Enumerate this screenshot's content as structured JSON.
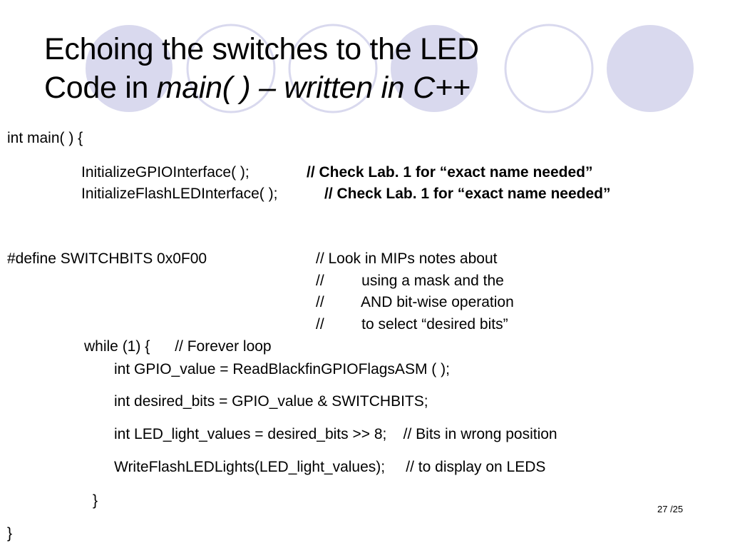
{
  "slide": {
    "title_line1": "Echoing the switches to the LED",
    "title_line2_prefix": "Code in ",
    "title_line2_italic": "main( ) – written in C++",
    "code": {
      "main_open": "int main( ) {",
      "init_gpio": "InitializeGPIOInterface( );",
      "init_gpio_comment": "// Check Lab. 1 for “exact name needed”",
      "init_flash": "InitializeFlashLEDInterface( );",
      "init_flash_comment": "// Check Lab. 1 for “exact name needed”",
      "define": "#define SWITCHBITS 0x0F00",
      "define_comment_1": "// Look in MIPs notes about",
      "define_comment_2": "//         using a mask and the",
      "define_comment_3": "//         AND bit-wise operation",
      "define_comment_4": "//         to select “desired bits”",
      "while_line": "while (1) {      // Forever loop",
      "gpio_value": "int GPIO_value = ReadBlackfinGPIOFlagsASM ( );",
      "desired_bits": "int desired_bits = GPIO_value & SWITCHBITS;",
      "led_values": "int LED_light_values = desired_bits >> 8;    // Bits in wrong position",
      "write_lights": "WriteFlashLEDLights(LED_light_values);     // to display on LEDS",
      "while_close": "}",
      "main_close": "}"
    },
    "page_number": "27 /25",
    "colors": {
      "circle_fill": "#d9d9ee",
      "circle_stroke": "#d9d9ee"
    }
  }
}
